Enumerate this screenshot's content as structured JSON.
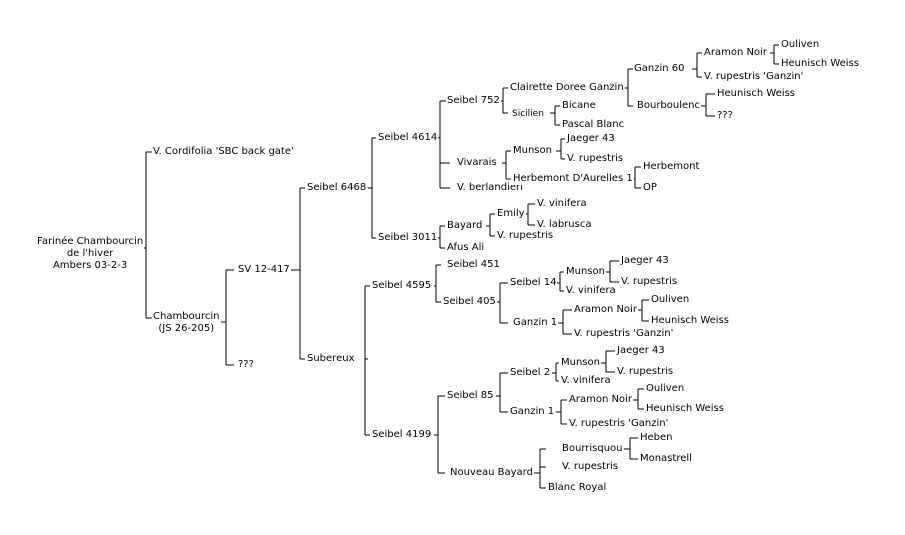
{
  "tree": {
    "root": "Farinée Chambourcin\nde l'hiver\nAmbers 03-2-3",
    "parents": [
      "V. Cordifolia 'SBC back gate'",
      "Chambourcin\n(JS 26-205)"
    ],
    "chambourcin_parents": [
      "SV 12-417",
      "???"
    ],
    "sv_parents": [
      "Seibel 6468",
      "Subereux"
    ],
    "seibel6468_parents": [
      "Seibel 4614",
      "Seibel 3011"
    ],
    "seibel4614_parents": [
      "Seibel 752",
      "Vivarais",
      "V. berlandieri"
    ],
    "seibel752_parents": [
      "Clairette Doree Ganzin",
      "Sicilien"
    ],
    "clairette_parents": [
      "Ganzin 60",
      "Bourboulenc"
    ],
    "ganzin60_parents": [
      "Aramon Noir",
      "V. rupestris 'Ganzin'"
    ],
    "aramon1_parents": [
      "Ouliven",
      "Heunisch Weiss"
    ],
    "bourboulenc_parents": [
      "Heunisch Weiss",
      "???"
    ],
    "sicilien_parents": [
      "Bicane",
      "Pascal Blanc"
    ],
    "vivarais_parents": [
      "Munson",
      "Herbemont D'Aurelles 1"
    ],
    "munson1_parents": [
      "Jaeger 43",
      "V. rupestris"
    ],
    "herbemont_parents": [
      "Herbemont",
      "OP"
    ],
    "seibel3011_parents": [
      "Bayard",
      "Afus Ali"
    ],
    "bayard_parents": [
      "Emily",
      "V. rupestris"
    ],
    "emily_parents": [
      "V. vinifera",
      "V. labrusca"
    ],
    "subereux_parents": [
      "Seibel 4595",
      "Seibel 4199"
    ],
    "seibel4595_parents": [
      "Seibel 451",
      "Seibel 405"
    ],
    "seibel405_parents": [
      "Seibel 14",
      "Ganzin 1"
    ],
    "seibel14_parents": [
      "Munson",
      "V. vinifera"
    ],
    "munson2_parents": [
      "Jaeger 43",
      "V. rupestris"
    ],
    "ganzin1a_parents": [
      "Aramon Noir",
      "V. rupestris 'Ganzin'"
    ],
    "aramon2_parents": [
      "Ouliven",
      "Heunisch Weiss"
    ],
    "seibel4199_parents": [
      "Seibel 85",
      "Nouveau Bayard"
    ],
    "seibel85_parents": [
      "Seibel 2",
      "Ganzin 1"
    ],
    "seibel2_parents": [
      "Munson",
      "V. vinifera"
    ],
    "munson3_parents": [
      "Jaeger 43",
      "V. rupestris"
    ],
    "ganzin1b_parents": [
      "Aramon Noir",
      "V. rupestris 'Ganzin'"
    ],
    "aramon3_parents": [
      "Ouliven",
      "Heunisch Weiss"
    ],
    "nouveau_parents": [
      "Bourrisquou",
      "V. rupestris",
      "Blanc Royal"
    ],
    "bourrisquou_parents": [
      "Heben",
      "Monastrell"
    ]
  }
}
